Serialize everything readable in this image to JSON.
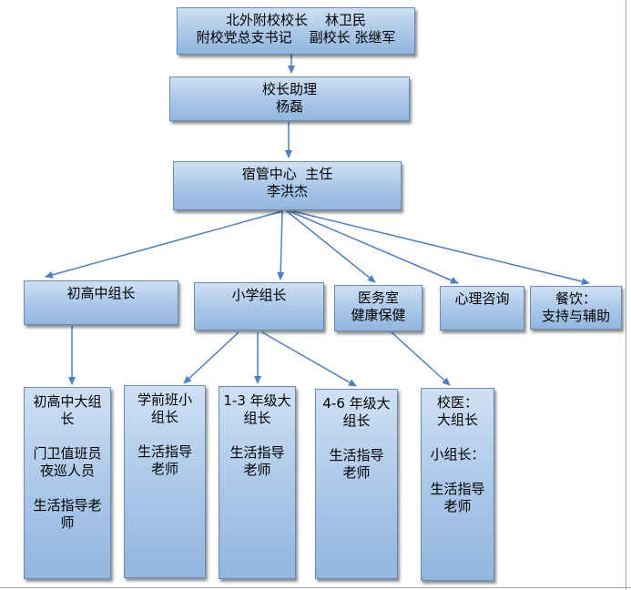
{
  "nodes": {
    "principal": {
      "lines": [
        "北外附校校长    林卫民",
        "附校党总支书记    副校长 张继军"
      ]
    },
    "assistant": {
      "lines": [
        "校长助理",
        "杨磊"
      ]
    },
    "dorm": {
      "lines": [
        "宿管中心  主任",
        "李洪杰"
      ]
    },
    "middle_high": {
      "lines": [
        "初高中组长"
      ]
    },
    "primary": {
      "lines": [
        "小学组长"
      ]
    },
    "medical": {
      "lines": [
        "医务室",
        "健康保健"
      ]
    },
    "counsel": {
      "lines": [
        "心理咨询"
      ]
    },
    "dining": {
      "lines": [
        "餐饮：",
        "支持与辅助"
      ]
    },
    "mh_detail": {
      "lines": [
        "初高中大组",
        "长",
        "",
        "门卫值班员",
        "夜巡人员",
        "",
        "生活指导老",
        "师"
      ]
    },
    "preschool": {
      "lines": [
        "学前班小",
        "组长",
        "",
        "生活指导",
        "老师"
      ]
    },
    "g1_3": {
      "lines": [
        "1-3 年级大",
        "组长",
        "",
        "生活指导",
        "老师"
      ]
    },
    "g4_6": {
      "lines": [
        "4-6 年级大",
        "组长",
        "",
        "生活指导",
        "老师"
      ]
    },
    "doctor": {
      "lines": [
        "校医：",
        "大组长",
        "",
        "小组长：",
        "",
        "生活指导",
        "老师"
      ]
    }
  }
}
